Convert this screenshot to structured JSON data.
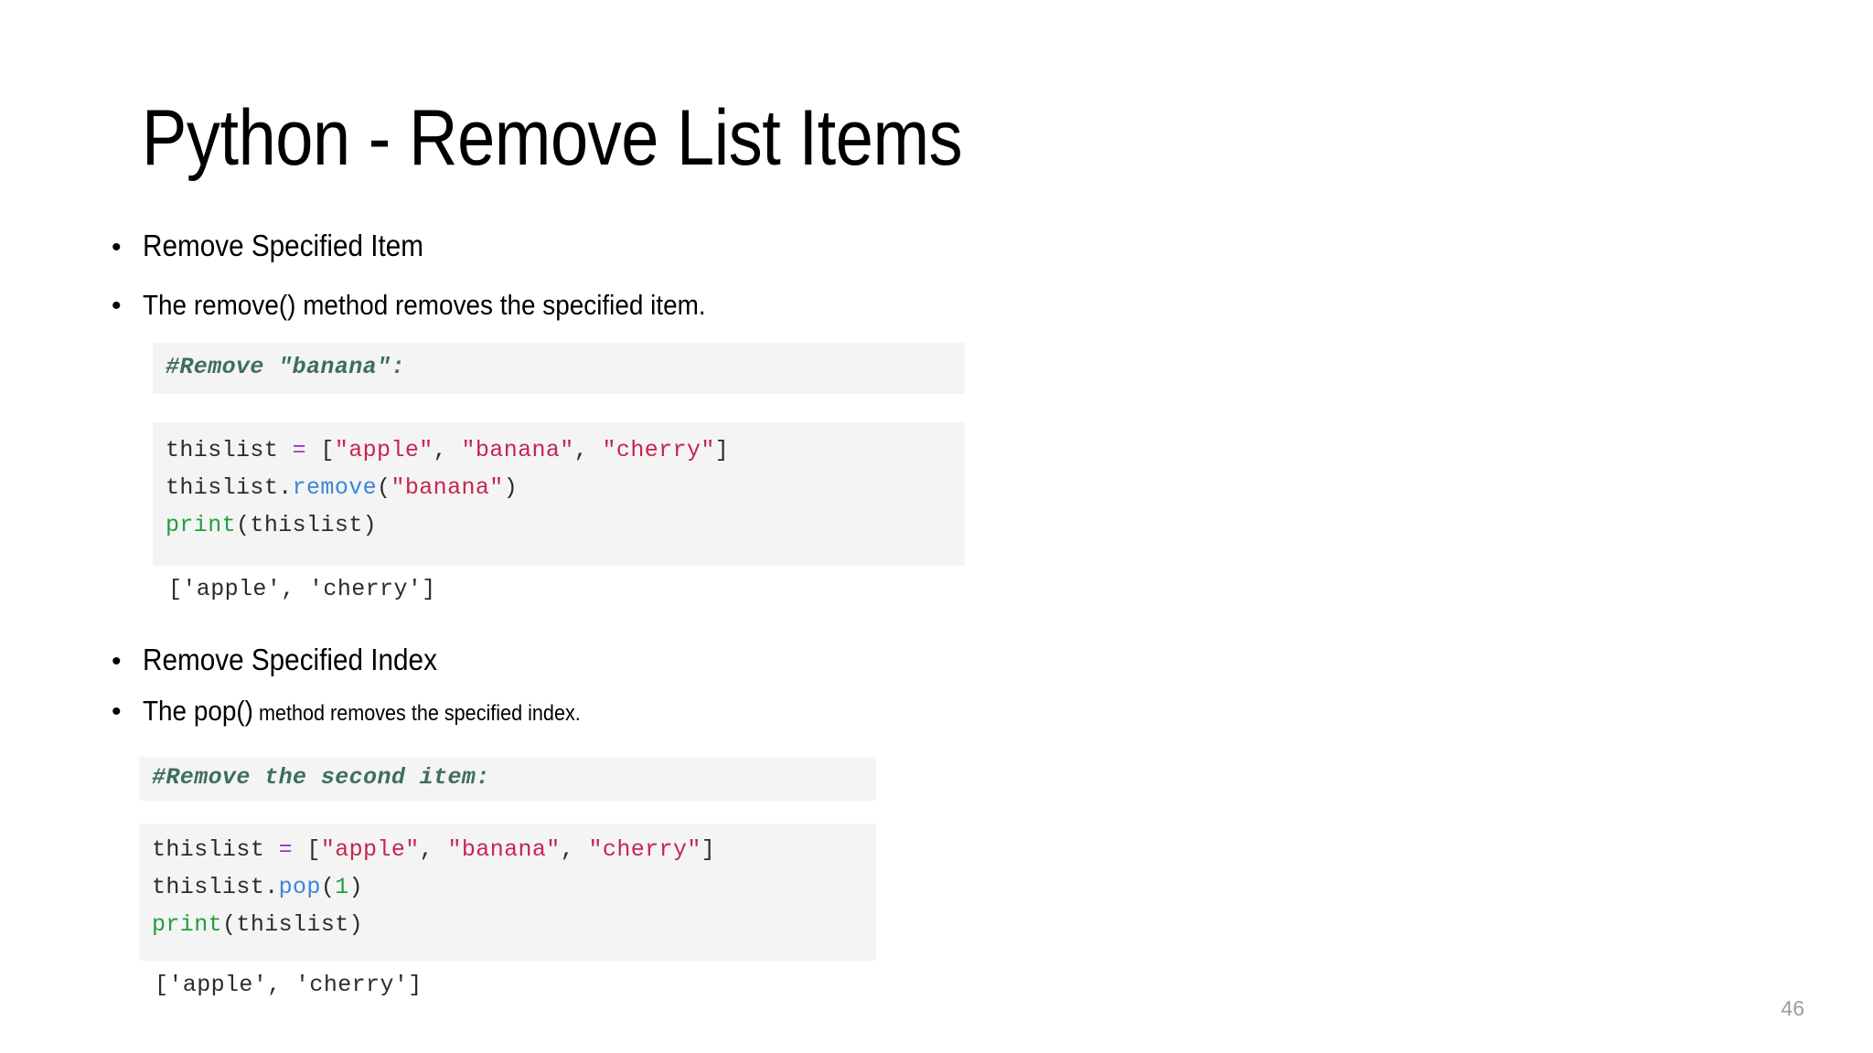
{
  "slide": {
    "title": "Python - Remove List Items",
    "page_number": "46",
    "bullet_marker": "•",
    "bullets": {
      "remove_specified_item": "Remove Specified Item",
      "remove_method_desc": "The remove() method removes the specified item.",
      "remove_specified_index": "Remove Specified Index",
      "pop_lead": "The pop()",
      "pop_rest": " method removes the specified index."
    },
    "sections": [
      {
        "comment": "#Remove \"banana\":",
        "code_lines": [
          [
            {
              "t": "thislist ",
              "c": "plain"
            },
            {
              "t": "=",
              "c": "op"
            },
            {
              "t": " [",
              "c": "plain"
            },
            {
              "t": "\"apple\"",
              "c": "str"
            },
            {
              "t": ", ",
              "c": "plain"
            },
            {
              "t": "\"banana\"",
              "c": "str"
            },
            {
              "t": ", ",
              "c": "plain"
            },
            {
              "t": "\"cherry\"",
              "c": "str"
            },
            {
              "t": "]",
              "c": "plain"
            }
          ],
          [
            {
              "t": "thislist.",
              "c": "plain"
            },
            {
              "t": "remove",
              "c": "fn"
            },
            {
              "t": "(",
              "c": "plain"
            },
            {
              "t": "\"banana\"",
              "c": "str"
            },
            {
              "t": ")",
              "c": "plain"
            }
          ],
          [
            {
              "t": "print",
              "c": "print"
            },
            {
              "t": "(thislist)",
              "c": "plain"
            }
          ]
        ],
        "output": "['apple', 'cherry']"
      },
      {
        "comment": "#Remove the second item:",
        "code_lines": [
          [
            {
              "t": "thislist ",
              "c": "plain"
            },
            {
              "t": "=",
              "c": "op"
            },
            {
              "t": " [",
              "c": "plain"
            },
            {
              "t": "\"apple\"",
              "c": "str"
            },
            {
              "t": ", ",
              "c": "plain"
            },
            {
              "t": "\"banana\"",
              "c": "str"
            },
            {
              "t": ", ",
              "c": "plain"
            },
            {
              "t": "\"cherry\"",
              "c": "str"
            },
            {
              "t": "]",
              "c": "plain"
            }
          ],
          [
            {
              "t": "thislist.",
              "c": "plain"
            },
            {
              "t": "pop",
              "c": "fn"
            },
            {
              "t": "(",
              "c": "plain"
            },
            {
              "t": "1",
              "c": "num"
            },
            {
              "t": ")",
              "c": "plain"
            }
          ],
          [
            {
              "t": "print",
              "c": "print"
            },
            {
              "t": "(thislist)",
              "c": "plain"
            }
          ]
        ],
        "output": "['apple', 'cherry']"
      }
    ],
    "colors": {
      "code_background": "#f4f4f5",
      "comment_text": "#3f6e5a",
      "string": "#c7254e",
      "operator": "#9a36c9",
      "function": "#3a87d6",
      "print_keyword": "#21a03a",
      "number": "#21a03a",
      "body_text": "#000000",
      "page_number": "#9b9b9b"
    }
  }
}
